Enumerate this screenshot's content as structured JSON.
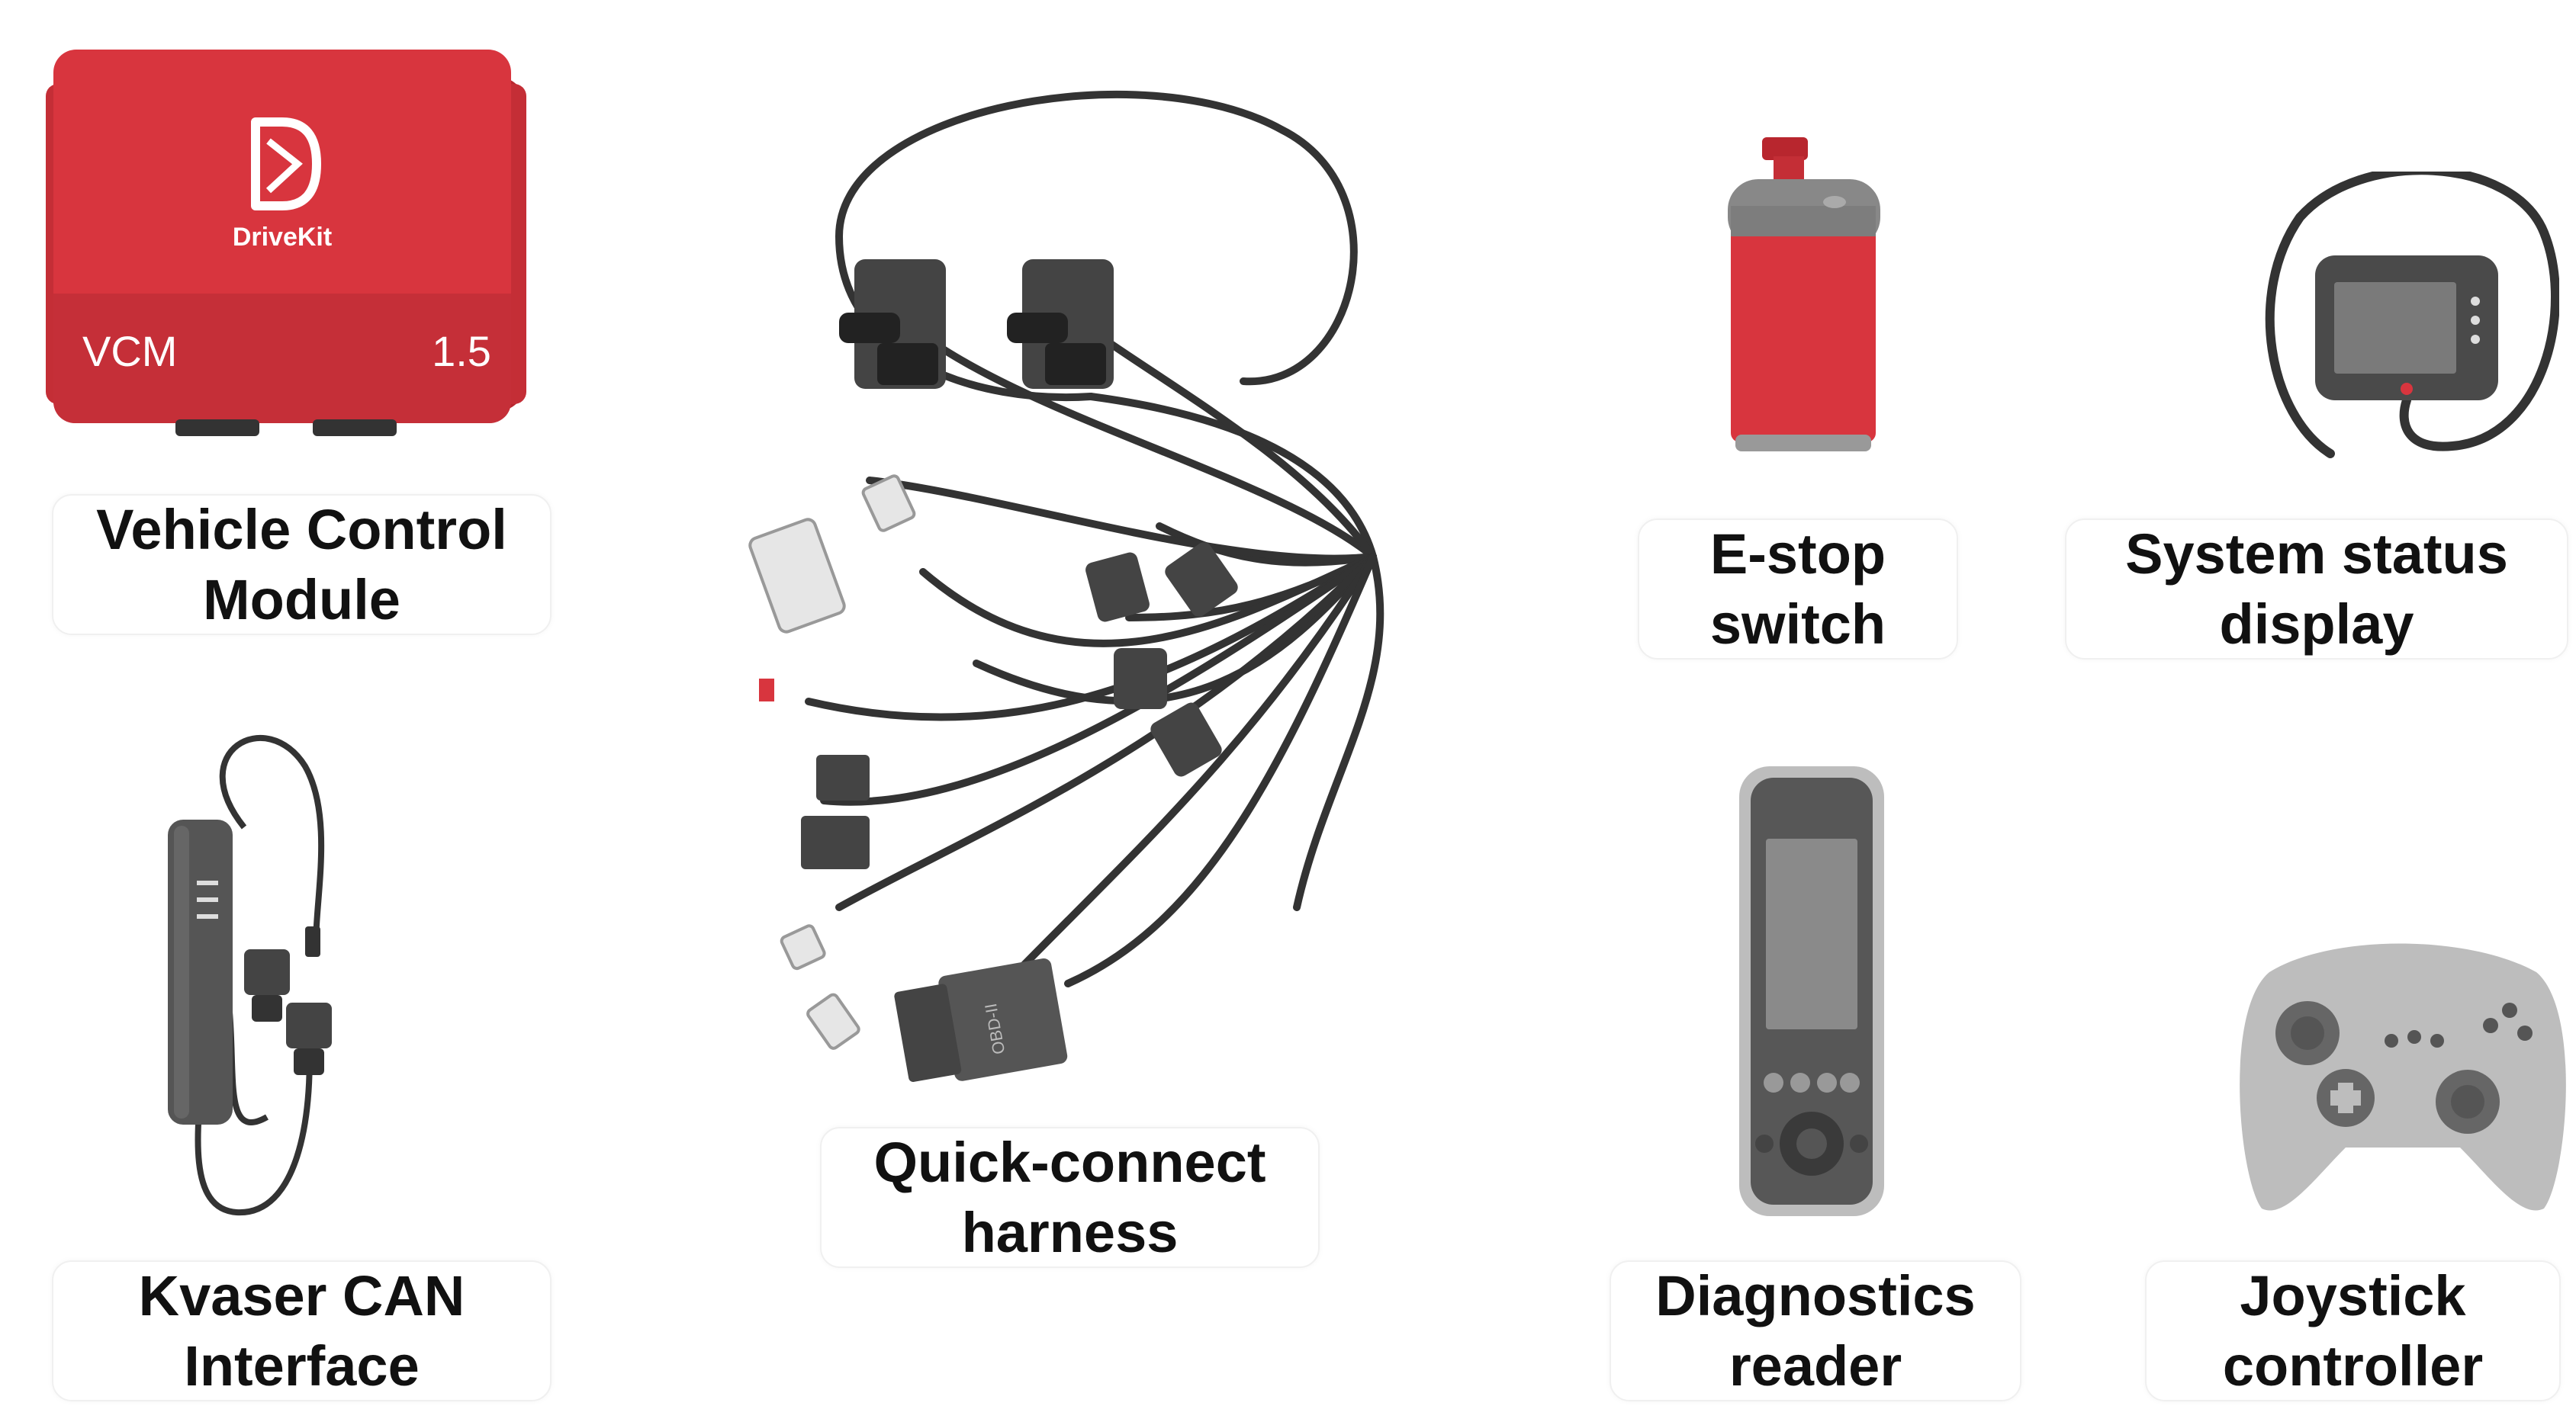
{
  "components": {
    "vcm": {
      "label": "Vehicle Control\nModule",
      "brand": "DriveKit",
      "panel_left": "VCM",
      "panel_right": "1.5",
      "color": "#D8353E"
    },
    "kvaser": {
      "label": "Kvaser CAN\nInterface",
      "color": "#555555"
    },
    "harness": {
      "label": "Quick-connect\nharness",
      "connector_text": "OBD-II",
      "color": "#333333"
    },
    "estop": {
      "label": "E-stop\nswitch",
      "color": "#D8353E"
    },
    "status_display": {
      "label": "System status\ndisplay",
      "color": "#444444"
    },
    "diagnostics": {
      "label": "Diagnostics\nreader",
      "color": "#555555"
    },
    "joystick": {
      "label": "Joystick\ncontroller",
      "color": "#BDBDBD"
    }
  }
}
